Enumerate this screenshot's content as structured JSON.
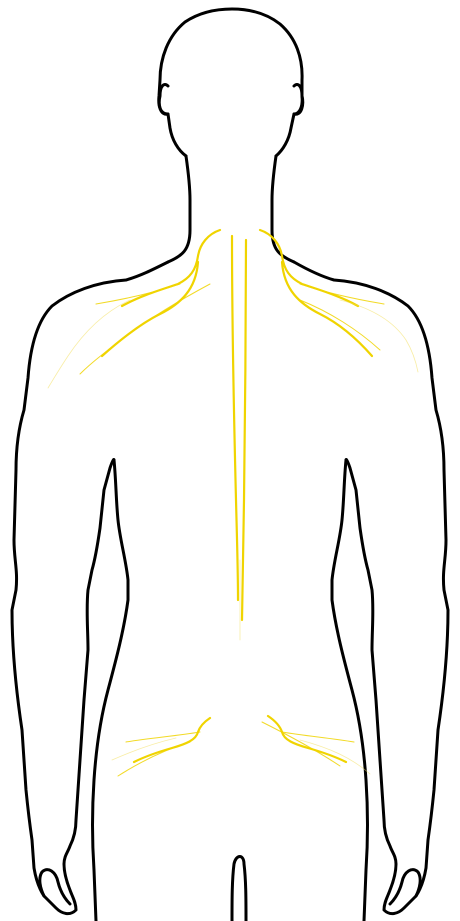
{
  "figure": {
    "view": "posterior",
    "subject": "human-back",
    "colors": {
      "outline": "#000000",
      "nerve": "#f0d400",
      "background": "#ffffff"
    },
    "highlighted_regions": [
      "neck-shoulders",
      "spine",
      "lower-back"
    ]
  }
}
